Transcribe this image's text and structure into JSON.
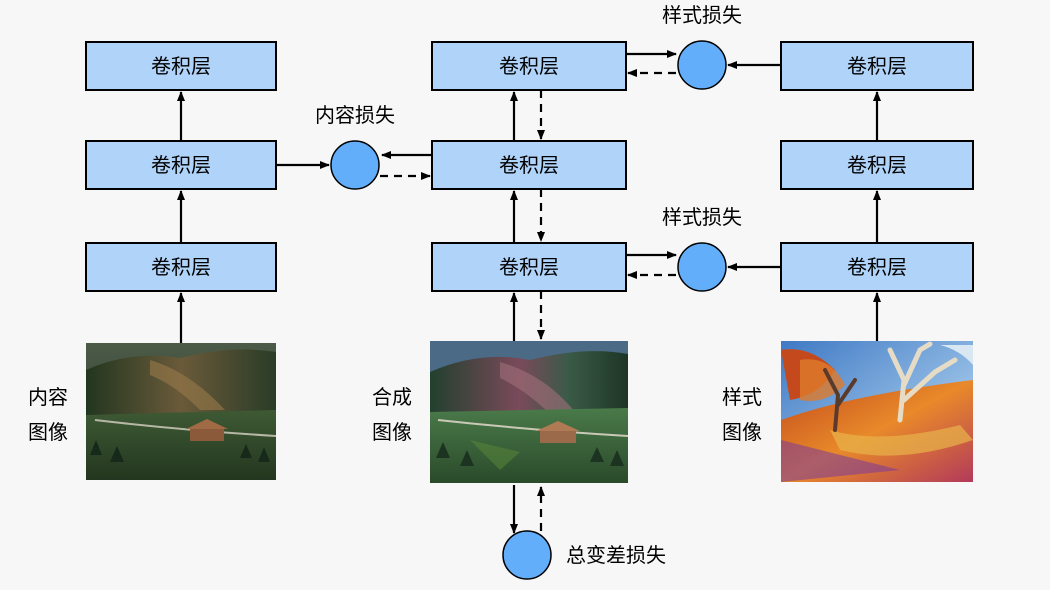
{
  "layer_label": "卷积层",
  "loss_labels": {
    "content": "内容损失",
    "style_top": "样式损失",
    "style_mid": "样式损失",
    "total_variation": "总变差损失"
  },
  "image_labels": {
    "content": [
      "内容",
      "图像"
    ],
    "synthesized": [
      "合成",
      "图像"
    ],
    "style": [
      "样式",
      "图像"
    ]
  },
  "colors": {
    "layer_fill": "#b0d4f9",
    "loss_node_fill": "#63aefa",
    "background": "#f7f7f7",
    "stroke": "#000000"
  }
}
